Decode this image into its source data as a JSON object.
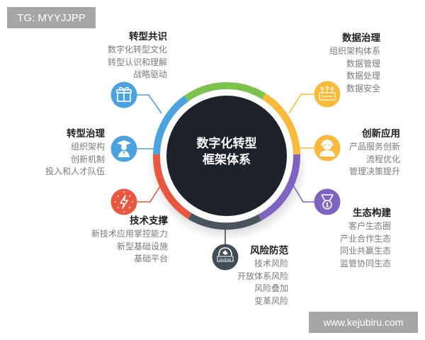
{
  "watermarks": {
    "top": "TG: MYYJJPP",
    "bottom": "www.kejubiru.com"
  },
  "center": {
    "line1": "数字化转型",
    "line2": "框架体系",
    "fill_color": "#1e222b"
  },
  "segments": [
    {
      "id": "transformation-consensus",
      "title": "转型共识",
      "items": [
        "数字化转型文化",
        "转型认识和理解",
        "战略驱动"
      ],
      "color": "#4aa3df",
      "icon": "gift-icon"
    },
    {
      "id": "data-governance",
      "title": "数据治理",
      "items": [
        "组织架构体系",
        "数据管理",
        "数据处理",
        "数据安全"
      ],
      "color": "#f9b93a",
      "icon": "crown-icon"
    },
    {
      "id": "transformation-governance",
      "title": "转型治理",
      "items": [
        "组织架构",
        "创新机制",
        "投入和人才队伍"
      ],
      "color": "#4aa3df",
      "icon": "graduate-icon"
    },
    {
      "id": "innovation-application",
      "title": "创新应用",
      "items": [
        "产品服务创新",
        "流程优化",
        "管理决策提升"
      ],
      "color": "#f9b93a",
      "icon": "support-agent-icon"
    },
    {
      "id": "technical-support",
      "title": "技术支撑",
      "items": [
        "新技术应用掌控能力",
        "新型基础设施",
        "基础平台"
      ],
      "color": "#e9573f",
      "icon": "lightning-icon"
    },
    {
      "id": "ecosystem-building",
      "title": "生态构建",
      "items": [
        "客户生态圈",
        "产业合作生态",
        "同业共赢生态",
        "监管协同生态"
      ],
      "color": "#7e64c0",
      "icon": "medal-icon"
    },
    {
      "id": "risk-prevention",
      "title": "风险防范",
      "items": [
        "技术风险",
        "开放体系风险",
        "风险叠加",
        "变革风险"
      ],
      "color": "#434d56",
      "icon": "online-shield-icon"
    }
  ],
  "ring_colors": {
    "green": "#7dc24b",
    "yellow": "#f9b93a",
    "purple": "#7e64c0",
    "dark_gray": "#4a545e",
    "red": "#e9573f",
    "blue": "#4aa3df"
  }
}
